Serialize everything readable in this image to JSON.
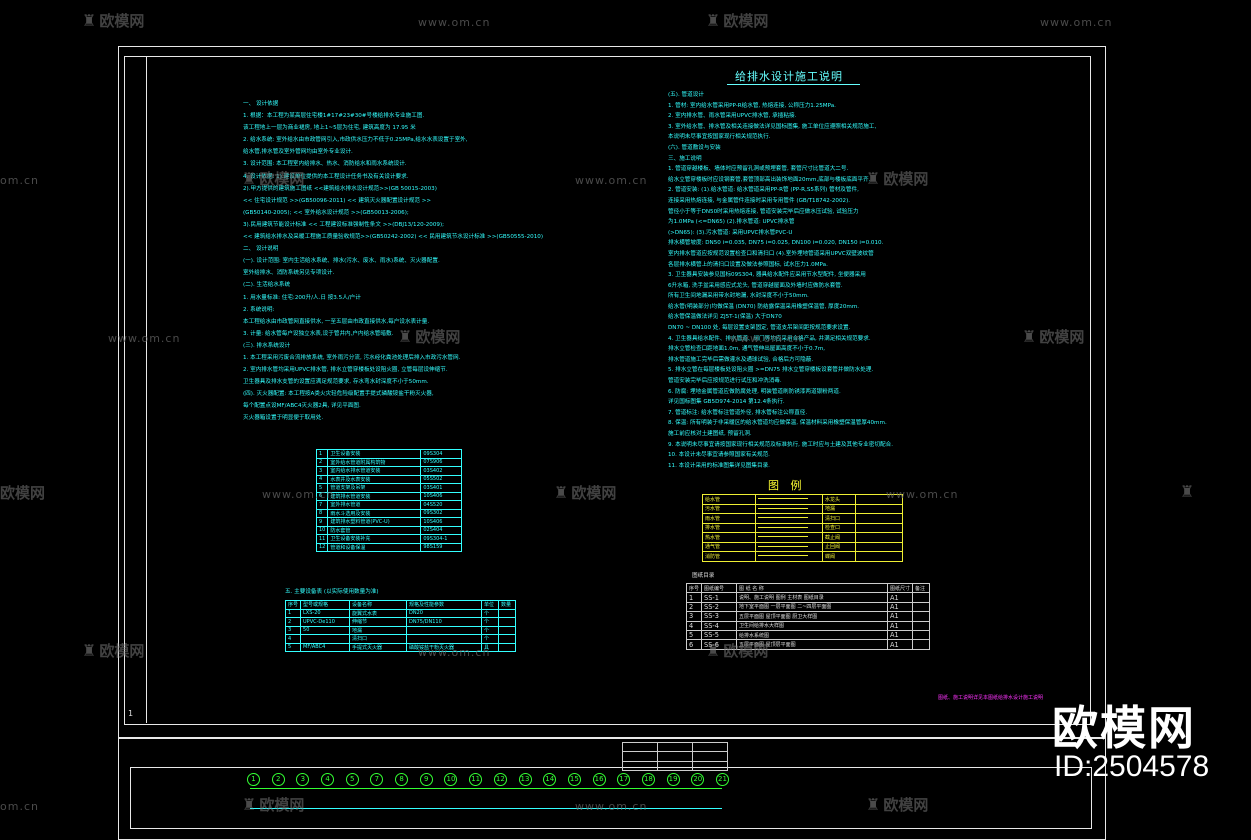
{
  "watermark": {
    "brand": "欧模网",
    "site": "www.om.cn",
    "site_short": "om.cn",
    "big_brand": "欧模网",
    "id_label": "ID:2504578"
  },
  "sheet": {
    "number": "1",
    "title": "给排水设计施工说明",
    "pink_note": "图纸、施工说明详见本图纸给排水设计施工说明"
  },
  "left_notes": [
    "一、 设计依据",
    "1. 根据：本工程为某高层住宅楼1#17#23#30#号楼给排水专业施工图.",
    "   该工程地上一层为商业裙房, 地上1~5层为住宅, 建筑高度为   17.95 米",
    "2. 给水系统: 室外给水由市政管网引入,市政供水压力不低于0.25MPa,给水水表设置于室外,",
    "   给水管,排水管及室外管网均由室外专业设计.",
    "3. 设计范围: 本工程室内给排水、热水、消防给水和雨水系统设计.",
    "4. 设计依据: 1).建设单位提供的本工程设计任务书及有关设计要求.",
    "       2).甲方提供的建筑施工图纸 <<建筑给水排水设计规范>>(GB 50015-2003)",
    "   << 住宅设计规范 >>(GB50096-2011) << 建筑灭火器配置设计规范 >>",
    "   (GB50140-2005); << 室外给水设计规范 >>(GB50013-2006);",
    "       3).民用建筑节能设计标准 << 工程建设标准强制性条文 >>(DBJ13/120-2009);",
    "   << 建筑给水排水及采暖工程施工质量验收规范>>(GB50242-2002) << 民用建筑节水设计标准 >>(GB50555-2010)",
    "二、 设计说明",
    "(一). 设计范围: 室内生活给水系统、排水(污水、废水、雨水)系统、灭火器配置.",
    "     室外给排水、消防系统另见专项设计.",
    "(二). 生活给水系统",
    "1. 用水量标准:  住宅:200升/人.日 按3.5人/户计",
    "2. 系统说明:",
    "   本工程给水由市政管网直接供水, 一至五层由市政直接供水,每户设水表计量.",
    "3. 计量: 给水管每户设独立水表,设于管井内,户内给水管暗敷.",
    "(三). 排水系统设计",
    "1. 本工程采用污废合流排放系统, 室外雨污分流, 污水经化粪池处理后排入市政污水管网.",
    "2. 室内排水管均采用UPVC排水管, 排水立管穿楼板处设阻火圈, 立管每层设伸缩节.",
    "   卫生器具及排水支管的设置应满足规范要求, 存水弯水封深度不小于50mm.",
    "(四). 灭火器配置: 本工程按A类火灾轻危险级配置手提式磷酸铵盐干粉灭火器,",
    "   每个配置点设MF/ABC4灭火器2具, 详见平面图.",
    "   灭火器箱设置于明显便于取用处."
  ],
  "right_notes": [
    "(五). 管道设计",
    "1. 管材: 室内给水管采用PP-R给水管, 热熔连接, 公称压力1.25MPa.",
    "2. 室内排水管、雨水管采用UPVC排水管, 承插粘接.",
    "3. 室外给水管、排水管及相关连接做法详见国标图集, 施工单位应遵照相关规范施工,",
    "   本说明未尽事宜按国家现行相关规范执行.",
    "(六). 管道敷设与安装",
    "三、施工说明",
    "1. 管道穿越楼板、墙体时应预留孔洞或预埋套管, 套管尺寸比管道大二号.",
    "   给水立管穿楼板时应设钢套管,套管顶部高出装饰地面20mm,底部与楼板底面平齐.",
    "2. 管道安装: (1).给水管道: 给水管道采用PP-R管 (PP-R,S5系列) 管材及管件,",
    "   连接采用热熔连接, 与金属管件连接时采用专用管件 (GB/T18742-2002).",
    "   管径小于等于DN50时采用热熔连接, 管道安装完毕后应做水压试验, 试验压力",
    "   为1.0MPa (<=DN65)    (2).排水管道: UPVC排水管",
    "   (>DN65):            (3).污水管道: 采用UPVC排水管PVC-U",
    "   排水横管坡度: DN50 i=0.035, DN75 i=0.025, DN100 i=0.020, DN150 i=0.010.",
    "   室内排水管道应按规范设置检查口和清扫口 (4).室外埋地管道采用UPVC双壁波纹管",
    "   各层排水横管上的清扫口设置及做法参照国标, 试水压力1.0MPa.",
    "3. 卫生器具安装参见国标09S304, 器具给水配件应采用节水型配件, 坐便器采用",
    "   6升水箱, 洗手盆采用感应式龙头, 管道穿越屋面及外墙时应做防水套管.",
    "   所有卫生间地漏采用带水封地漏, 水封深度不小于50mm.",
    "   给水管(明装部分)均做保温 (DN70) 防结露保温采用橡塑保温管, 厚度20mm.",
    "   给水管保温做法详见 ZJ5T-1(保温) 大于DN70",
    "   DN70 ~ DN100 处, 每层设置支架固定, 管道支吊架间距按规范要求设置.",
    "4. 卫生器具给水配件、排水管道、阀门等均应采用合格产品, 并满足相关规范要求.",
    "   排水立管检查口距地面1.0m, 通气管伸出屋面高度不小于0.7m,",
    "   排水管道施工完毕后需做灌水及通球试验, 合格后方可隐蔽.",
    "5. 排水立管在每层楼板处设阻火圈 >=DN75 排水立管穿楼板设套管并做防水处理.",
    "   管道安装完毕后应按规范进行试压和冲洗消毒.",
    "6. 防腐: 埋地金属管道应做防腐处理, 明装管道刷防锈漆两道银粉两道.",
    "   详见国标图集 GB5D974-2014 第12.4条执行.",
    "7. 管道标注: 给水管标注管道外径, 排水管标注公称直径.",
    "8. 保温: 所有明装于非采暖区的给水管道均应做保温, 保温材料采用橡塑保温管厚40mm.",
    "   施工前应核对土建图纸, 预留孔洞.",
    "9. 本说明未尽事宜请按国家现行相关规范及标准执行, 施工时应与土建及其他专业密切配合.",
    "10. 本设计未尽事宜请参照国家有关规范.",
    "11. 本设计采用的标准图集详见图集目录."
  ],
  "atlas_table": {
    "rows": [
      [
        "1",
        "卫生设备安装",
        "09S304"
      ],
      [
        "2",
        "室外给水管道附属构筑物",
        "07S906"
      ],
      [
        "3",
        "室内给水排水管道安装",
        "03S402"
      ],
      [
        "4",
        "水表井及水表安装",
        "05S502"
      ],
      [
        "5",
        "管道支架及吊架",
        "03S401"
      ],
      [
        "6",
        "建筑排水管道安装",
        "10S406"
      ],
      [
        "7",
        "室外排水管道",
        "04S520"
      ],
      [
        "8",
        "雨水斗选用及安装",
        "09S302"
      ],
      [
        "9",
        "建筑排水塑料管道(PVC-U)",
        "10S406"
      ],
      [
        "10",
        "防水套管",
        "02S404"
      ],
      [
        "11",
        "卫生设备安装补充",
        "09S304-1"
      ],
      [
        "12",
        "管道和设备保温",
        "98S159"
      ]
    ]
  },
  "equipment_table": {
    "title": "五. 主要设备表 (以实际使用数量为准)",
    "headers": [
      "序号",
      "型号或规格",
      "设备名称",
      "规格及性能参数",
      "单位",
      "数量"
    ],
    "rows": [
      [
        "1",
        "LXS-20",
        "旋翼式水表",
        "DN20",
        "个",
        ""
      ],
      [
        "2",
        "UPVC-De110",
        "伸缩节",
        "DN75/DN110",
        "个",
        ""
      ],
      [
        "3",
        "50",
        "地漏",
        "",
        "个",
        ""
      ],
      [
        "4",
        "",
        "清扫口",
        "",
        "个",
        ""
      ],
      [
        "5",
        "MF/ABC4",
        "手提式灭火器",
        "磷酸铵盐干粉灭火器",
        "具",
        ""
      ]
    ]
  },
  "legend": {
    "title": "图 例",
    "rows": [
      [
        "给水管",
        "",
        "水龙头",
        ""
      ],
      [
        "污水管",
        "",
        "地漏",
        ""
      ],
      [
        "雨水管",
        "",
        "清扫口",
        ""
      ],
      [
        "排水管",
        "",
        "检查口",
        ""
      ],
      [
        "热水管",
        "",
        "截止阀",
        ""
      ],
      [
        "通气管",
        "",
        "止回阀",
        ""
      ],
      [
        "消防管",
        "",
        "蝶阀",
        ""
      ]
    ]
  },
  "drawing_list": {
    "title": "图纸目录",
    "headers": [
      "序号",
      "图纸编号",
      "图 纸 名 称",
      "图纸尺寸",
      "备注"
    ],
    "rows": [
      [
        "1",
        "SS-1",
        "说明、施工说明  图例  主材表  图纸目录",
        "A1",
        ""
      ],
      [
        "2",
        "SS-2",
        "地下室平面图   一层平面图   二~四层平面图",
        "A1",
        ""
      ],
      [
        "3",
        "SS-3",
        "五层平面图   屋顶平面图   厨卫大样图",
        "A1",
        ""
      ],
      [
        "4",
        "SS-4",
        "卫生间给排水大样图",
        "A1",
        ""
      ],
      [
        "5",
        "SS-5",
        "给排水系统图",
        "A1",
        ""
      ],
      [
        "6",
        "SS-6",
        "五层平面图   屋顶层平面图",
        "A1",
        ""
      ]
    ]
  },
  "axes": [
    "1",
    "2",
    "3",
    "4",
    "5",
    "7",
    "8",
    "9",
    "10",
    "11",
    "12",
    "13",
    "14",
    "15",
    "16",
    "17",
    "18",
    "19",
    "20",
    "21"
  ]
}
